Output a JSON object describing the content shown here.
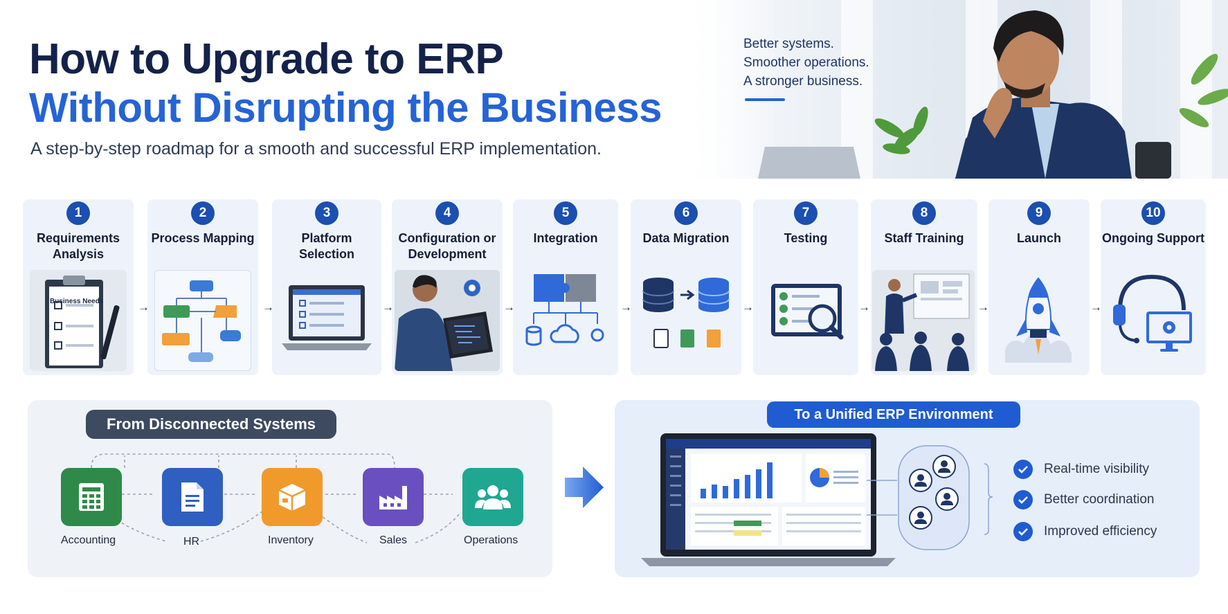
{
  "hero": {
    "title_line1": "How to Upgrade to ERP",
    "title_line2": "Without Disrupting the Business",
    "subtitle": "A step-by-step roadmap for a smooth and successful ERP implementation.",
    "tagline": [
      "Better systems.",
      "Smoother operations.",
      "A stronger business."
    ]
  },
  "steps": [
    {
      "number": "1",
      "label": "Requirements Analysis",
      "art_text": "Business Needs"
    },
    {
      "number": "2",
      "label": "Process Mapping"
    },
    {
      "number": "3",
      "label": "Platform Selection"
    },
    {
      "number": "4",
      "label": "Configuration or Development"
    },
    {
      "number": "5",
      "label": "Integration"
    },
    {
      "number": "6",
      "label": "Data Migration"
    },
    {
      "number": "7",
      "label": "Testing"
    },
    {
      "number": "8",
      "label": "Staff Training"
    },
    {
      "number": "9",
      "label": "Launch"
    },
    {
      "number": "10",
      "label": "Ongoing Support"
    }
  ],
  "before": {
    "title": "From Disconnected Systems",
    "systems": [
      "Accounting",
      "HR",
      "Inventory",
      "Sales",
      "Operations"
    ]
  },
  "after": {
    "title": "To a Unified ERP Environment",
    "benefits": [
      "Real-time visibility",
      "Better coordination",
      "Improved efficiency"
    ]
  },
  "colors": {
    "navy": "#14224a",
    "blue": "#2563d6",
    "step_badge": "#1b4fb0",
    "accounting": "#2e8b57",
    "hr": "#2f5fc0",
    "inventory": "#f09a2b",
    "sales": "#6a4fc0",
    "operations": "#1fa792"
  }
}
